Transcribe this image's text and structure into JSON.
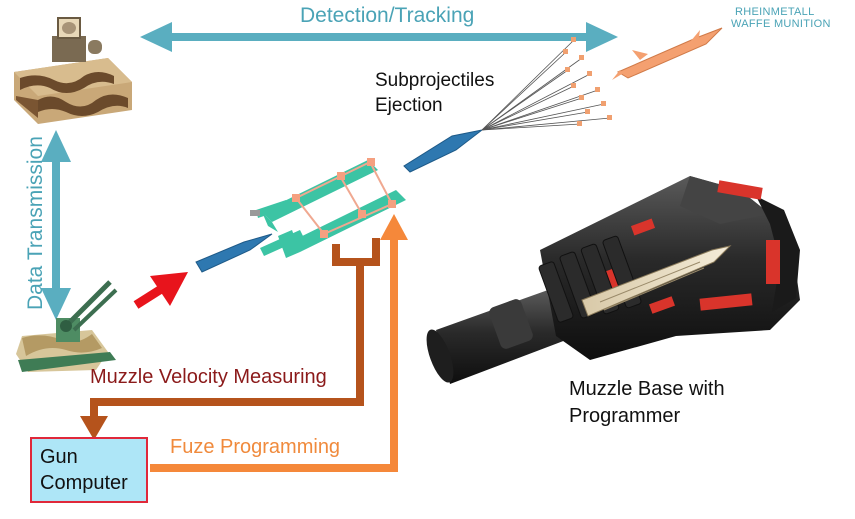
{
  "labels": {
    "detection_tracking": "Detection/Tracking",
    "brand_line1": "RHEINMETALL",
    "brand_line2": "WAFFE MUNITION",
    "subprojectiles_line1": "Subprojectiles",
    "subprojectiles_line2": "Ejection",
    "data_transmission": "Data Transmission",
    "muzzle_velocity": "Muzzle Velocity Measuring",
    "fuze_programming": "Fuze Programming",
    "muzzle_base_line1": "Muzzle Base with",
    "muzzle_base_line2": "Programmer",
    "gun_computer_line1": "Gun",
    "gun_computer_line2": "Computer"
  },
  "colors": {
    "tracking_arrow": "#5aaec0",
    "velocity_arrow": "#b5531c",
    "fuze_arrow": "#f5883a",
    "launch_arrow": "#e8141c",
    "projectile": "#2e78b0",
    "programmer_frame": "#3cc4a4",
    "gun_computer_fill": "#aee6f7",
    "gun_computer_border": "#e0283a",
    "target_missile": "#f4a070"
  },
  "icons": {
    "radar": "radar-station-icon",
    "gun": "anti-aircraft-gun-icon",
    "target": "target-missile-icon",
    "photo": "muzzle-base-cutaway-image"
  }
}
